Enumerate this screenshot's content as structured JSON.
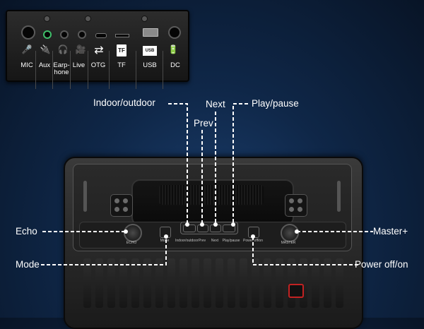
{
  "ports": [
    {
      "label": "MIC",
      "icon": "microphone-icon",
      "glyph": "🎤"
    },
    {
      "label": "Aux",
      "icon": "aux-cable-icon",
      "glyph": "🔌"
    },
    {
      "label": "Earp-",
      "label2": "hone",
      "icon": "headphones-icon",
      "glyph": "🎧"
    },
    {
      "label": "Live",
      "icon": "live-camera-icon",
      "glyph": "🎥"
    },
    {
      "label": "OTG",
      "icon": "otg-arrows-icon",
      "glyph": "⇄"
    },
    {
      "label": "TF",
      "icon": "tf-card-icon",
      "glyph": "TF"
    },
    {
      "label": "USB",
      "icon": "usb-icon",
      "glyph": "USB"
    },
    {
      "label": "DC",
      "icon": "battery-charge-icon",
      "glyph": "🔋"
    }
  ],
  "callouts": {
    "indoor_outdoor": "Indoor/outdoor",
    "prev": "Prev",
    "next": "Next",
    "play_pause": "Play/pause",
    "echo": "Echo",
    "mode": "Mode",
    "master": "Master+",
    "power": "Power off/on"
  },
  "panel_text": {
    "indoor_outdoor": "Indoor/outdoor",
    "prev": "Prev",
    "next": "Next",
    "play_pause": "Play/pause",
    "mode": "Mode",
    "power": "Power off/on",
    "echo": "ECHO",
    "master": "MASTER"
  },
  "colors": {
    "background": "#0f2748",
    "aux_indicator": "#3fbf6a",
    "power_indicator": "#c22222"
  }
}
